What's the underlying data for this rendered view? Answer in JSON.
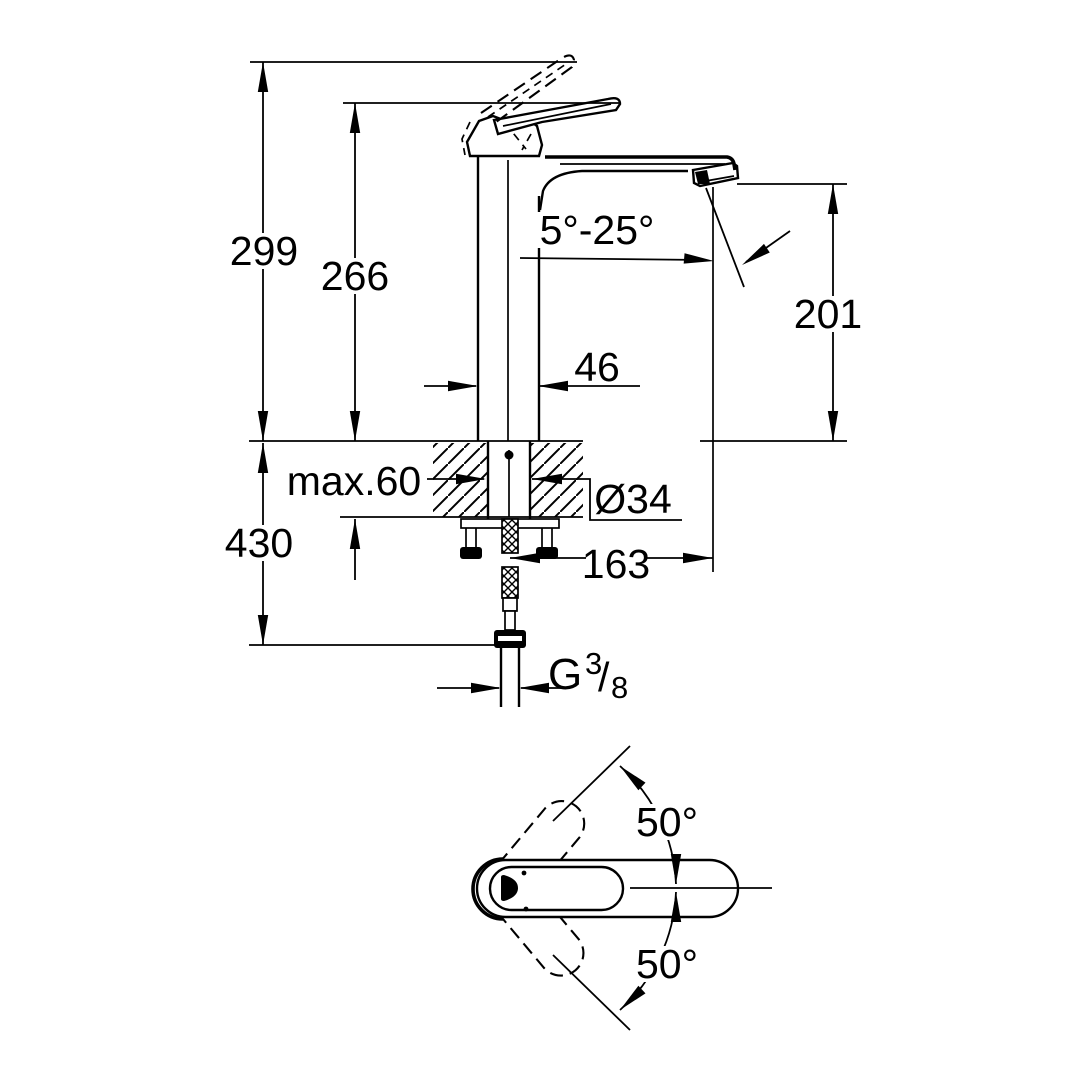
{
  "front_view": {
    "total_height": "299",
    "body_height": "266",
    "outlet_height": "201",
    "spout_angle_range": "5°-25°",
    "body_width": "46",
    "max_mounting_thickness": "max.60",
    "hole_diameter": "Ø34",
    "below_deck_length": "430",
    "spout_projection": "163",
    "supply_thread": {
      "prefix": "G",
      "numerator": "3",
      "slash": "/",
      "denominator": "8"
    }
  },
  "top_view": {
    "swivel_up": "50°",
    "swivel_down": "50°"
  },
  "colors": {
    "line": "#000000",
    "background": "#ffffff"
  }
}
